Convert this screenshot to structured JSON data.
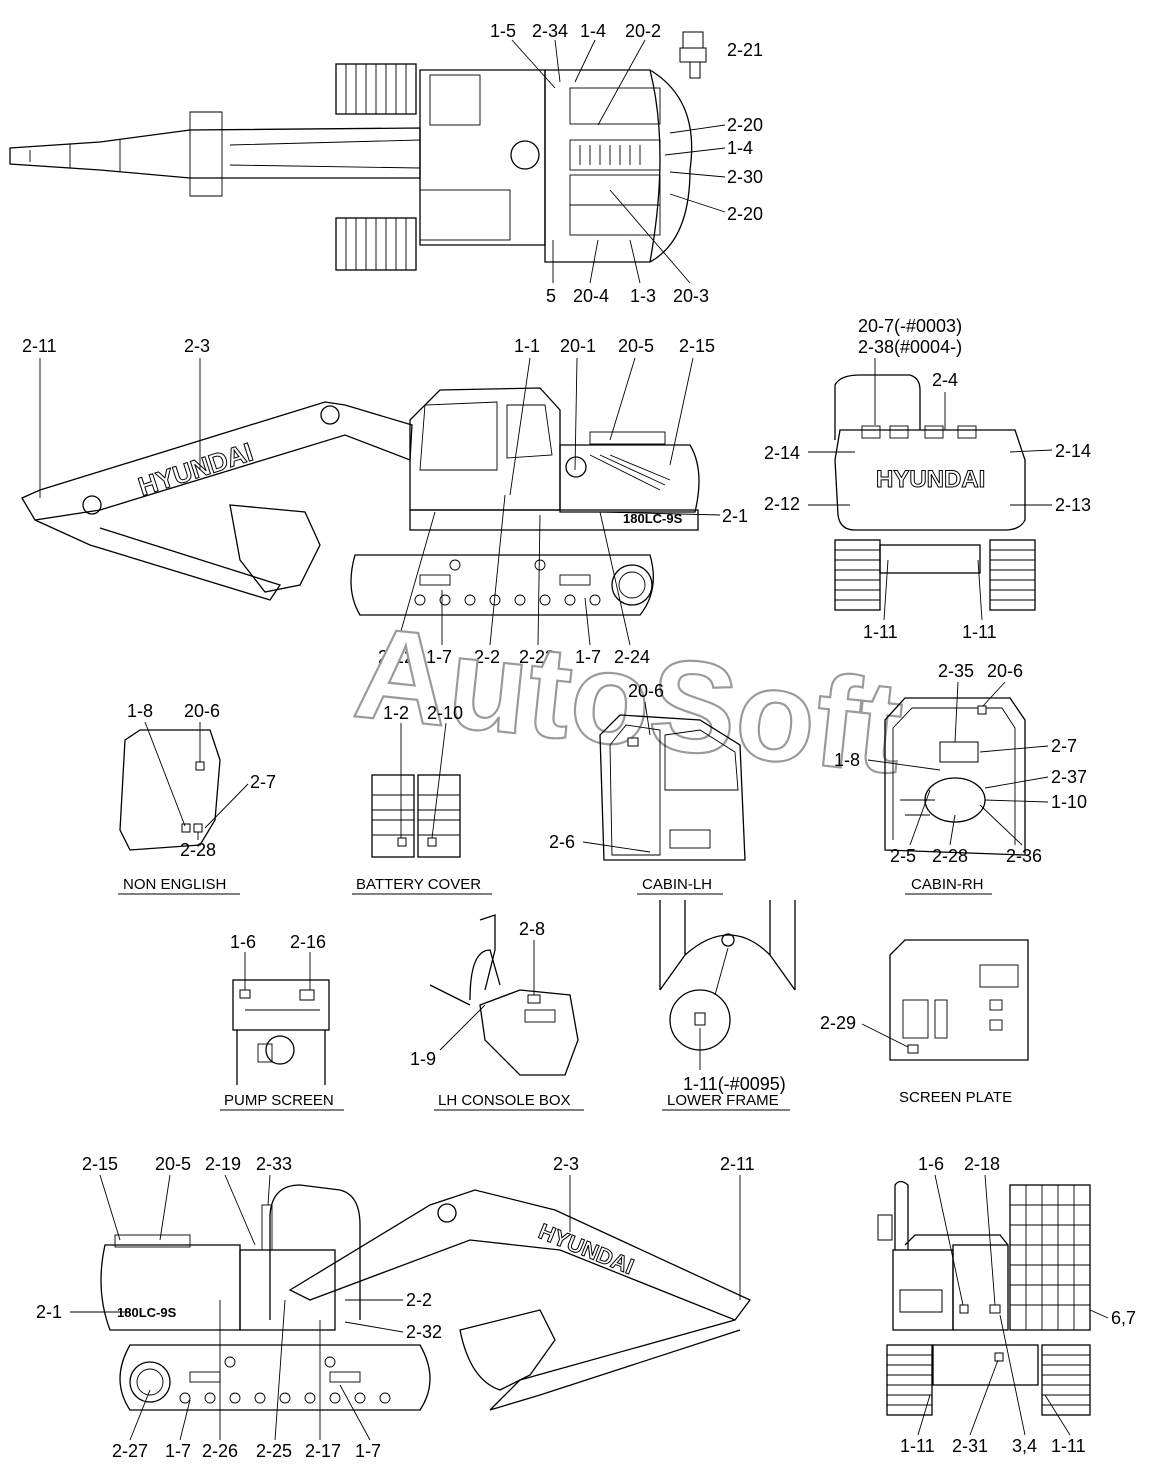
{
  "watermark": "AutoSoft",
  "brand_text": "HYUNDAI",
  "model_badge": "180LC-9S",
  "captions": {
    "non_english": "NON ENGLISH",
    "battery_cover": "BATTERY COVER",
    "cabin_lh": "CABIN-LH",
    "cabin_rh": "CABIN-RH",
    "pump_screen": "PUMP SCREEN",
    "lh_console_box": "LH CONSOLE BOX",
    "lower_frame": "LOWER FRAME",
    "screen_plate": "SCREEN PLATE"
  },
  "top_view": {
    "callouts": [
      "1-5",
      "2-34",
      "1-4",
      "20-2",
      "2-21",
      "2-20",
      "1-4",
      "2-30",
      "2-20",
      "5",
      "20-4",
      "1-3",
      "20-3"
    ]
  },
  "side_view_lh": {
    "callouts": [
      "2-11",
      "2-3",
      "1-1",
      "20-1",
      "20-5",
      "2-15",
      "2-1",
      "2-22",
      "1-7",
      "2-2",
      "2-23",
      "1-7",
      "2-24"
    ]
  },
  "rear_view": {
    "callouts": [
      "20-7(-#0003)",
      "2-38(#0004-)",
      "2-4",
      "2-14",
      "2-14",
      "2-12",
      "2-13",
      "1-11",
      "1-11"
    ]
  },
  "non_english": {
    "callouts": [
      "1-8",
      "20-6",
      "2-7",
      "2-28"
    ]
  },
  "battery_cover": {
    "callouts": [
      "1-2",
      "2-10"
    ]
  },
  "cabin_lh": {
    "callouts": [
      "20-6",
      "2-6"
    ]
  },
  "cabin_rh": {
    "callouts": [
      "2-35",
      "20-6",
      "2-7",
      "1-8",
      "2-37",
      "1-10",
      "2-5",
      "2-28",
      "2-36"
    ]
  },
  "pump_screen": {
    "callouts": [
      "1-6",
      "2-16"
    ]
  },
  "lh_console_box": {
    "callouts": [
      "2-8",
      "1-9"
    ]
  },
  "lower_frame": {
    "callouts": [
      "1-11(-#0095)"
    ]
  },
  "screen_plate": {
    "callouts": [
      "2-29"
    ]
  },
  "side_view_rh": {
    "callouts": [
      "2-15",
      "20-5",
      "2-19",
      "2-33",
      "2-3",
      "2-11",
      "2-2",
      "2-1",
      "2-32",
      "2-27",
      "1-7",
      "2-26",
      "2-25",
      "2-17",
      "1-7"
    ]
  },
  "front_view": {
    "callouts": [
      "1-6",
      "2-18",
      "6,7",
      "1-11",
      "2-31",
      "3,4",
      "1-11"
    ]
  }
}
